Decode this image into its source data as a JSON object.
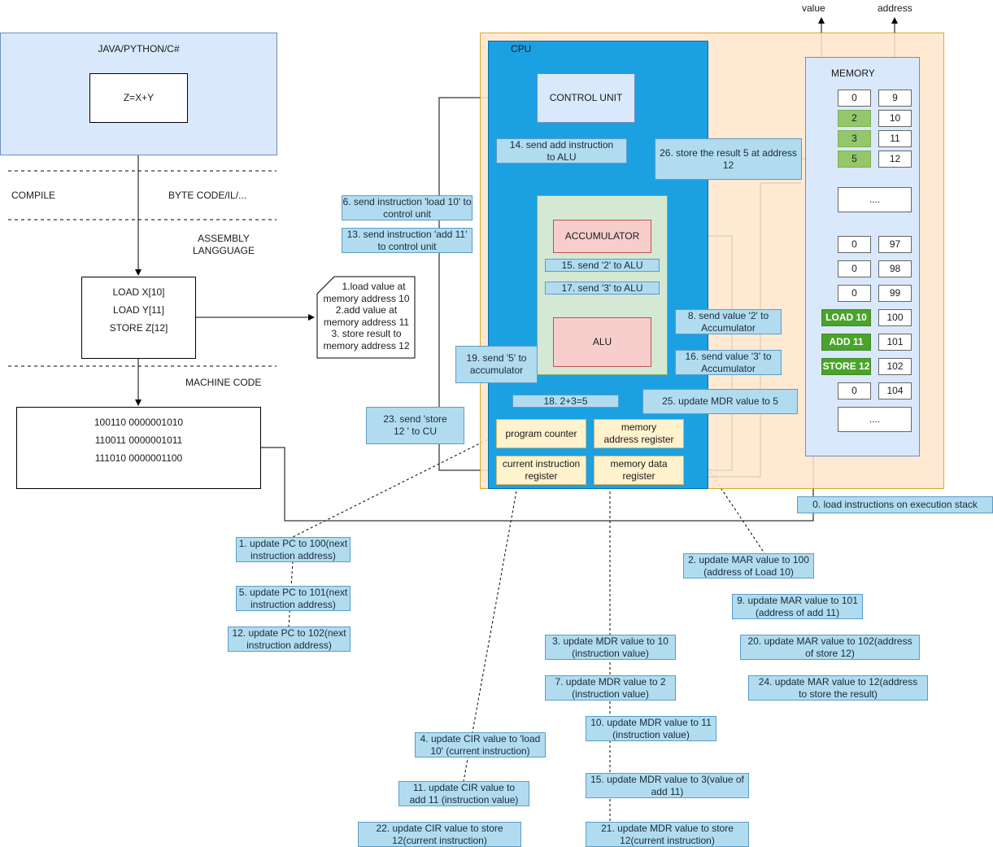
{
  "source": {
    "title": "JAVA/PYTHON/C#",
    "expr": "Z=X+Y"
  },
  "stages": {
    "compile": "COMPILE",
    "bytecode": "BYTE CODE/IL/...",
    "assembly_line1": "ASSEMBLY",
    "assembly_line2": "LANGGUAGE",
    "machine": "MACHINE CODE"
  },
  "assembly": [
    "LOAD X[10]",
    "LOAD Y[11]",
    "STORE Z[12]"
  ],
  "assembly_note": [
    "1.load value at",
    "memory  address 10",
    "2.add value at",
    "memory address 11",
    "3. store result to",
    "memory address 12"
  ],
  "machine_code": [
    "100110 0000001010",
    "110011 0000001011",
    "111010 0000001100"
  ],
  "cpu": {
    "title": "CPU",
    "control_unit": "CONTROL UNIT",
    "accumulator": "ACCUMULATOR",
    "alu": "ALU",
    "program_counter": "program counter",
    "mar": "memory address register",
    "cir": "current instruction register",
    "mdr": "memory data register"
  },
  "memory": {
    "title": "MEMORY",
    "value_label": "value",
    "address_label": "address",
    "ellipsis": "....",
    "rows": [
      {
        "value": "0",
        "address": "9",
        "style": "plain"
      },
      {
        "value": "2",
        "address": "10",
        "style": "green"
      },
      {
        "value": "3",
        "address": "11",
        "style": "green"
      },
      {
        "value": "5",
        "address": "12",
        "style": "green"
      },
      {
        "value": "0",
        "address": "97",
        "style": "plain"
      },
      {
        "value": "0",
        "address": "98",
        "style": "plain"
      },
      {
        "value": "0",
        "address": "99",
        "style": "plain"
      },
      {
        "value": "LOAD 10",
        "address": "100",
        "style": "instr"
      },
      {
        "value": "ADD 11",
        "address": "101",
        "style": "instr"
      },
      {
        "value": "STORE 12",
        "address": "102",
        "style": "instr"
      },
      {
        "value": "0",
        "address": "104",
        "style": "plain"
      }
    ]
  },
  "steps": {
    "s0": "0. load instructions on execution stack",
    "s1": "1. update PC to 100(next instruction address)",
    "s2": "2. update MAR value to 100 (address of Load 10)",
    "s3": "3. update MDR value to 10 (instruction value)",
    "s4": "4. update CIR value to 'load 10' (current instruction)",
    "s5": "5. update PC to 101(next instruction address)",
    "s6": "6. send instruction 'load 10' to control unit",
    "s7": "7. update MDR value to 2 (instruction value)",
    "s8": "8. send value '2' to Accumulator",
    "s9": "9. update MAR value to 101 (address of add 11)",
    "s10": "10. update MDR value to  11 (instruction value)",
    "s11": "11. update CIR value to  add 11 (instruction value)",
    "s12": "12. update PC to 102(next instruction address)",
    "s13": "13. send instruction 'add 11' to control unit",
    "s14": "14. send add instruction to ALU",
    "s15a": "15. send '2' to ALU",
    "s15b": "15. update MDR value to 3(value of add 11)",
    "s16": "16. send value '3' to Accumulator",
    "s17": "17. send '3' to ALU",
    "s18": "18. 2+3=5",
    "s19": "19. send '5' to accumulator",
    "s20": "20. update MAR value to 102(address of store 12)",
    "s21": "21. update MDR value to store 12(current instruction)",
    "s22": "22. update CIR value to store 12(current instruction)",
    "s23": "23. send 'store 12 ' to CU",
    "s24": "24. update MAR value to 12(address to store the result)",
    "s25": "25. update MDR value to 5",
    "s26": "26. store the result 5 at address 12"
  }
}
